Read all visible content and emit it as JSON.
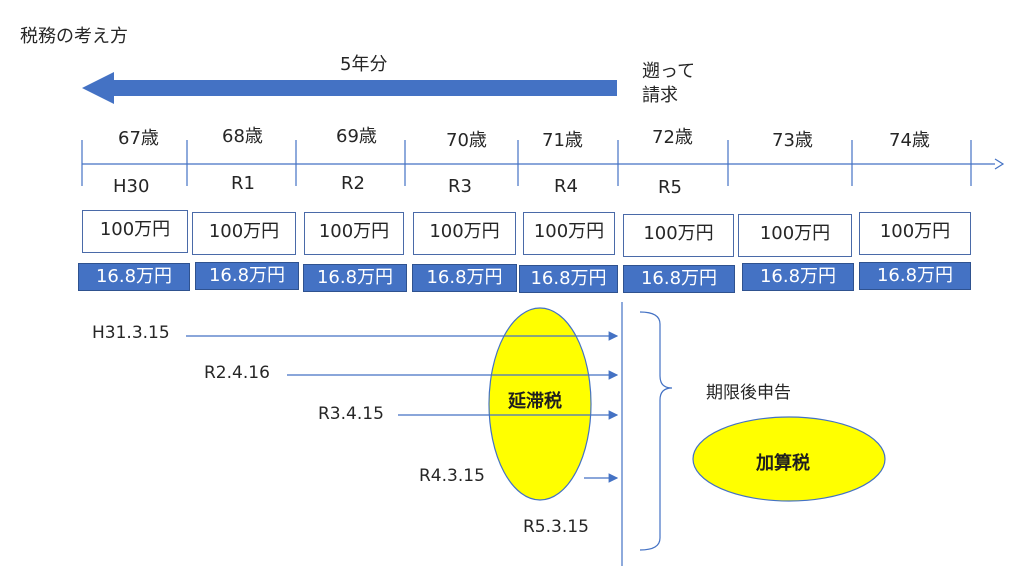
{
  "title": "税務の考え方",
  "five_years_label": "5年分",
  "claim_back_label": [
    "遡って",
    "請求"
  ],
  "ages": [
    "67歳",
    "68歳",
    "69歳",
    "70歳",
    "71歳",
    "72歳",
    "73歳",
    "74歳"
  ],
  "years": [
    "H30",
    "R1",
    "R2",
    "R3",
    "R4",
    "R5"
  ],
  "income": [
    "100万円",
    "100万円",
    "100万円",
    "100万円",
    "100万円",
    "100万円",
    "100万円",
    "100万円"
  ],
  "tax": [
    "16.8万円",
    "16.8万円",
    "16.8万円",
    "16.8万円",
    "16.8万円",
    "16.8万円",
    "16.8万円",
    "16.8万円"
  ],
  "deadlines": [
    "H31.3.15",
    "R2.4.16",
    "R3.4.15",
    "R4.3.15",
    "R5.3.15"
  ],
  "delinquency_tax_label": "延滞税",
  "late_filing_label": "期限後申告",
  "additional_tax_label": "加算税",
  "colors": {
    "accent_blue": "#4472c4",
    "ellipse_yellow": "#ffff00"
  }
}
